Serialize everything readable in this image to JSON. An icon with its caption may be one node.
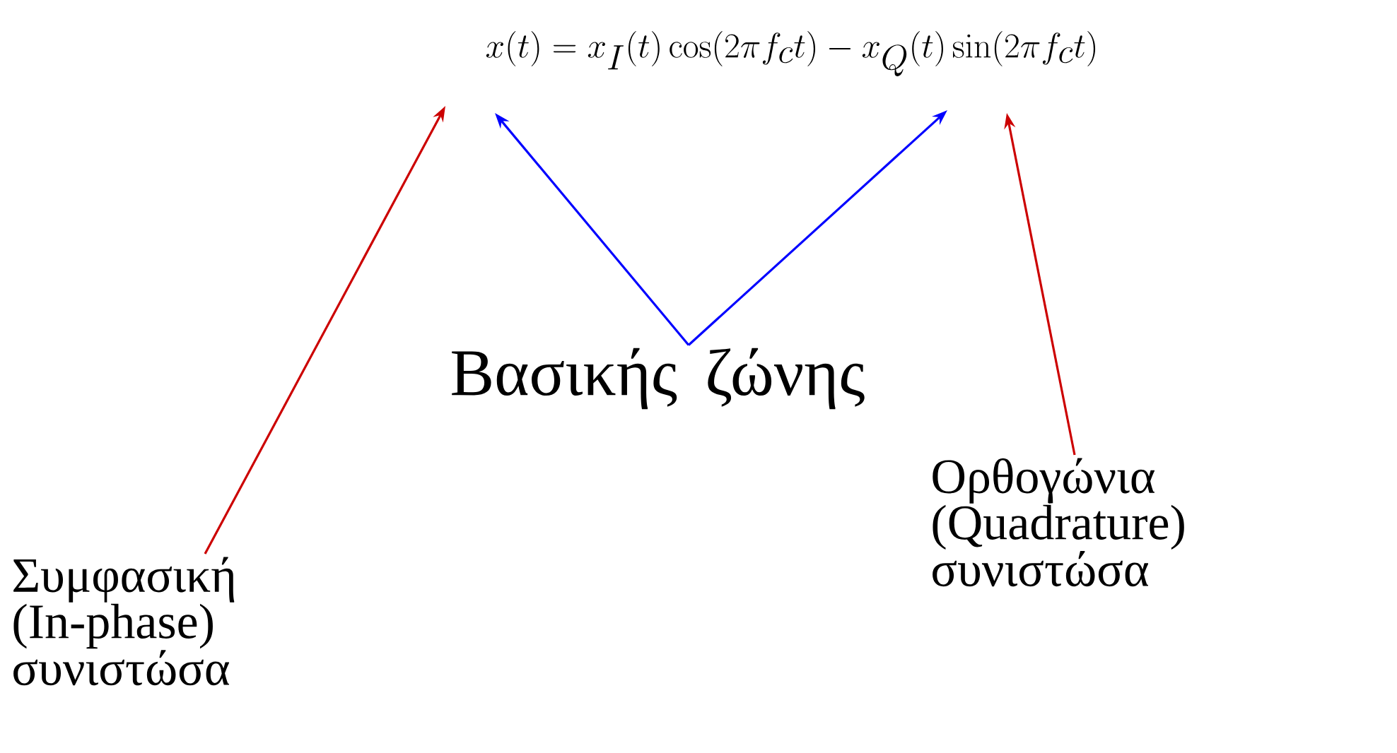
{
  "diagram": {
    "nodes": [
      {
        "text": [
          "Συμφασική (In-phase) συνιστώσα"
        ]
      },
      {
        "text": [
          "Βασικής ζώνης"
        ]
      },
      {
        "text": [
          "Ορθογώνια (Quadrature) συνιστώσα"
        ]
      }
    ],
    "edges": [
      {
        "from": 0,
        "to": null,
        "arrow": "to",
        "color": "#cc0000"
      },
      {
        "from": 1,
        "to": null,
        "arrow": "to",
        "color": "#0000ff"
      },
      {
        "from": 1,
        "to": null,
        "arrow": "to",
        "color": "#0000ff"
      },
      {
        "from": 2,
        "to": null,
        "arrow": "to",
        "color": "#cc0000"
      }
    ],
    "labels": [
      "x(t) = x_I(t)\\cos(2\\pi f_c t) - x_Q(t)\\sin(2\\pi f_c t)"
    ]
  }
}
